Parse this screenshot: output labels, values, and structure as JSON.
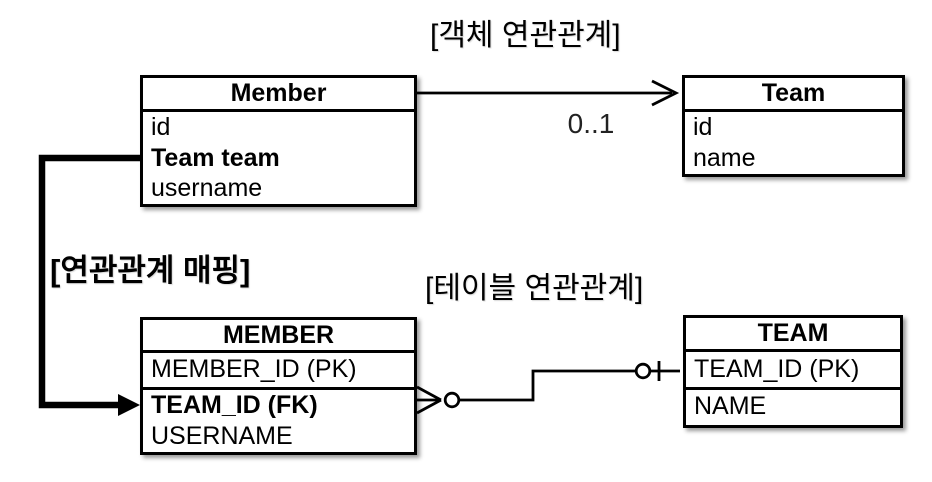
{
  "background": "#ffffff",
  "colors": {
    "line": "#000000",
    "text": "#000000",
    "box_background": "#ffffff"
  },
  "titles": {
    "object_diagram": "[객체 연관관계]",
    "mapping": "[연관관계 매핑]",
    "table_diagram": "[테이블 연관관계]"
  },
  "object_diagram": {
    "member_class": {
      "title": "Member",
      "fields": [
        "id",
        "Team team",
        "username"
      ]
    },
    "team_class": {
      "title": "Team",
      "fields": [
        "id",
        "name"
      ]
    },
    "association": {
      "multiplicity": "0..1"
    }
  },
  "table_diagram": {
    "member_table": {
      "title": "MEMBER",
      "pk_field": "MEMBER_ID (PK)",
      "fields": [
        "TEAM_ID (FK)",
        "USERNAME"
      ]
    },
    "team_table": {
      "title": "TEAM",
      "pk_field": "TEAM_ID (PK)",
      "fields": [
        "NAME"
      ]
    }
  }
}
